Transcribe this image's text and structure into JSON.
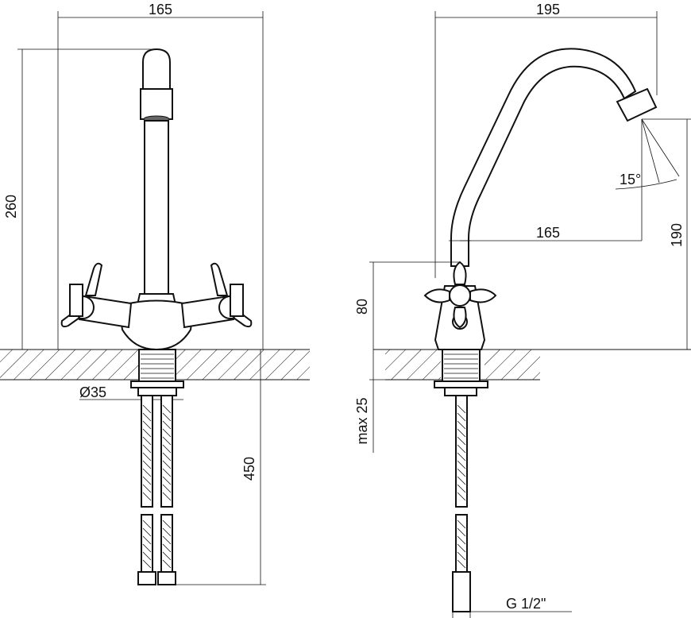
{
  "dimensions": {
    "front_width": "165",
    "front_height": "260",
    "base_diameter": "Ø35",
    "hose_length": "450",
    "side_width": "195",
    "side_spout_reach": "165",
    "side_height": "190",
    "side_angle": "15°",
    "side_body_height": "80",
    "side_max_thickness": "max 25",
    "thread_size": "G 1/2\""
  }
}
